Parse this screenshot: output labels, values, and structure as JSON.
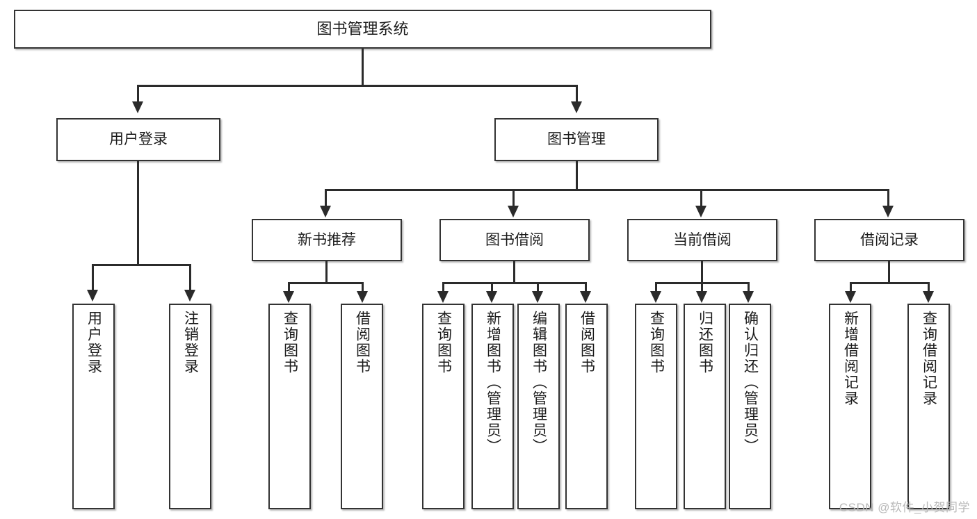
{
  "diagram": {
    "title": "图书管理系统",
    "watermark": "CSDN @软件_小贺同学",
    "type": "tree-hierarchy",
    "colors": {
      "box_border": "#333333",
      "box_fill": "#ffffff",
      "connector": "#2b2b2b",
      "text": "#1a1a1a",
      "watermark": "#b9b9b9"
    },
    "levels": {
      "root": "图书管理系统",
      "level2": [
        "用户登录",
        "图书管理"
      ],
      "level3": [
        "新书推荐",
        "图书借阅",
        "当前借阅",
        "借阅记录"
      ],
      "leaves": [
        "用户登录",
        "注销登录",
        "查询图书",
        "借阅图书",
        "查询图书",
        "新增图书（管理员）",
        "编辑图书（管理员）",
        "借阅图书",
        "查询图书",
        "归还图书",
        "确认归还（管理员）",
        "新增借阅记录",
        "查询借阅记录"
      ]
    },
    "nodes": {
      "root": {
        "label": "图书管理系统"
      },
      "user_login": {
        "label": "用户登录"
      },
      "book_manage": {
        "label": "图书管理"
      },
      "new_book_rec": {
        "label": "新书推荐"
      },
      "book_borrow": {
        "label": "图书借阅"
      },
      "current_borrow": {
        "label": "当前借阅"
      },
      "borrow_record": {
        "label": "借阅记录"
      },
      "leaf_user_login": {
        "label": "用户登录"
      },
      "leaf_logout": {
        "label": "注销登录"
      },
      "leaf_query_book_a": {
        "label": "查询图书"
      },
      "leaf_borrow_book_a": {
        "label": "借阅图书"
      },
      "leaf_query_book_b": {
        "label": "查询图书"
      },
      "leaf_add_book": {
        "label": "新增图书（管理员）"
      },
      "leaf_edit_book": {
        "label": "编辑图书（管理员）"
      },
      "leaf_borrow_book_b": {
        "label": "借阅图书"
      },
      "leaf_query_book_c": {
        "label": "查询图书"
      },
      "leaf_return_book": {
        "label": "归还图书"
      },
      "leaf_confirm_return": {
        "label": "确认归还（管理员）"
      },
      "leaf_add_record": {
        "label": "新增借阅记录"
      },
      "leaf_query_record": {
        "label": "查询借阅记录"
      }
    }
  }
}
